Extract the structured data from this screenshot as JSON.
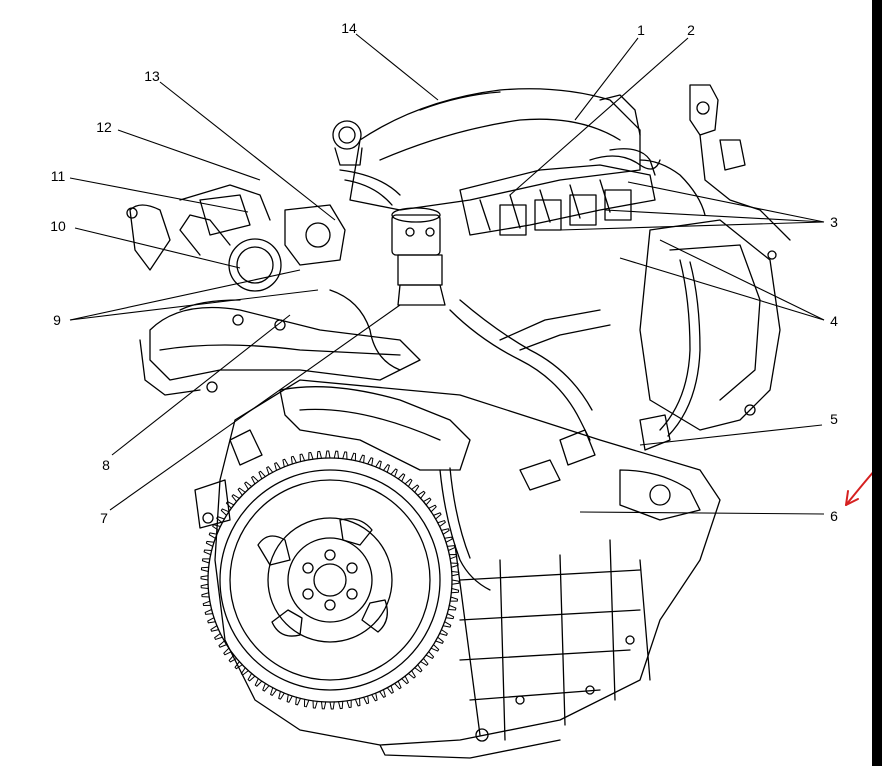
{
  "callouts": [
    {
      "id": "1",
      "label": "1"
    },
    {
      "id": "2",
      "label": "2"
    },
    {
      "id": "3",
      "label": "3"
    },
    {
      "id": "4",
      "label": "4"
    },
    {
      "id": "5",
      "label": "5"
    },
    {
      "id": "6",
      "label": "6"
    },
    {
      "id": "7",
      "label": "7"
    },
    {
      "id": "8",
      "label": "8"
    },
    {
      "id": "9",
      "label": "9"
    },
    {
      "id": "10",
      "label": "10"
    },
    {
      "id": "11",
      "label": "11"
    },
    {
      "id": "12",
      "label": "12"
    },
    {
      "id": "13",
      "label": "13"
    },
    {
      "id": "14",
      "label": "14"
    }
  ],
  "colors": {
    "line": "#000000",
    "background": "#ffffff",
    "annotation_arrow": "#d62020"
  }
}
